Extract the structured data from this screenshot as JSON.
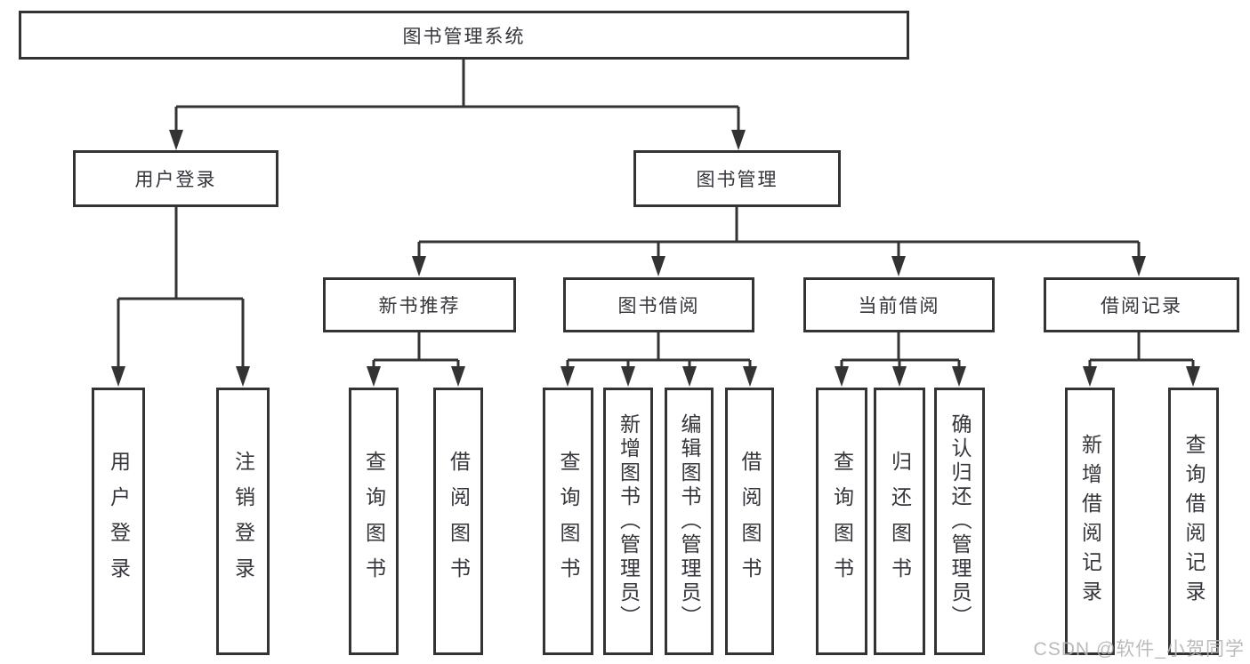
{
  "tree": {
    "root": {
      "label": "图书管理系统",
      "children": [
        {
          "label": "用户登录",
          "children": [
            {
              "label": "用户登录"
            },
            {
              "label": "注销登录"
            }
          ]
        },
        {
          "label": "图书管理",
          "children": [
            {
              "label": "新书推荐",
              "children": [
                {
                  "label": "查询图书"
                },
                {
                  "label": "借阅图书"
                }
              ]
            },
            {
              "label": "图书借阅",
              "children": [
                {
                  "label": "查询图书"
                },
                {
                  "label": "新增图书（管理员）"
                },
                {
                  "label": "编辑图书（管理员）"
                },
                {
                  "label": "借阅图书"
                }
              ]
            },
            {
              "label": "当前借阅",
              "children": [
                {
                  "label": "查询图书"
                },
                {
                  "label": "归还图书"
                },
                {
                  "label": "确认归还（管理员）"
                }
              ]
            },
            {
              "label": "借阅记录",
              "children": [
                {
                  "label": "新增借阅记录"
                },
                {
                  "label": "查询借阅记录"
                }
              ]
            }
          ]
        }
      ]
    }
  },
  "watermark": {
    "text": "CSDN @软件_小贺同学"
  },
  "colors": {
    "line": "#333333",
    "text": "#35353b",
    "watermark": "#b4b4b4",
    "background": "#ffffff"
  }
}
